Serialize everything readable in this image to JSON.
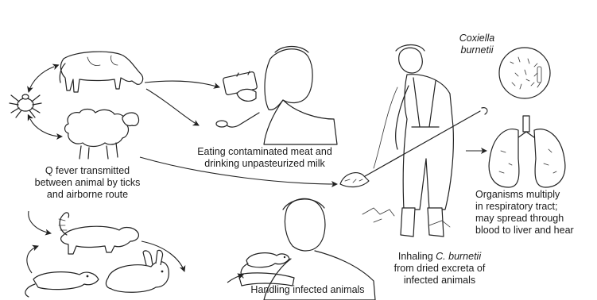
{
  "labels": {
    "organism_name_line1": "Coxiella",
    "organism_name_line2": "burnetii",
    "eating_line1": "Eating contaminated meat and",
    "eating_line2": "drinking unpasteurized milk",
    "qfever_line1": "Q fever transmitted",
    "qfever_line2": "between animal by ticks",
    "qfever_line3": "and airborne route",
    "organisms_line1": "Organisms multiply",
    "organisms_line2": "in respiratory tract;",
    "organisms_line3": "may spread through",
    "organisms_line4": "blood to liver and hear",
    "inhaling_prefix": "Inhaling ",
    "inhaling_italic": "C. burnetii",
    "inhaling_line2": "from dried excreta of",
    "inhaling_line3": "infected animals",
    "handling": "Handling infected animals"
  },
  "icons": {
    "tick": "tick-icon",
    "cow": "cow-icon",
    "sheep": "sheep-icon",
    "cat": "cat-icon",
    "rat": "rat-icon",
    "rabbit": "rabbit-icon",
    "drinking_man": "drinking-man-icon",
    "farmer": "farmer-shoveling-icon",
    "microscope_view": "bacteria-microscope-icon",
    "lungs": "lungs-icon",
    "handler": "man-with-rat-icon"
  }
}
